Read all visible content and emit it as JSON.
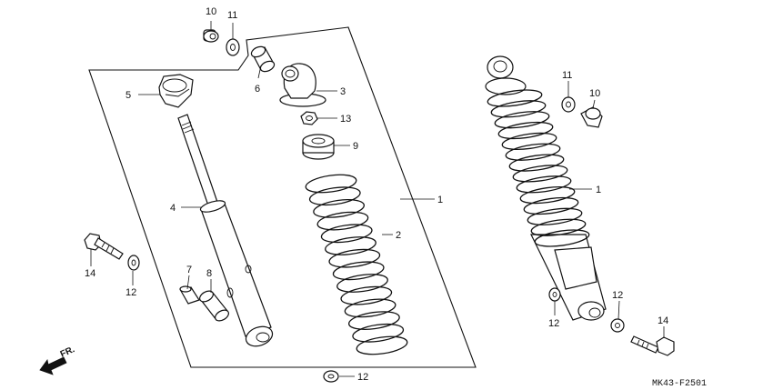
{
  "diagram_code": "MK43-F2501",
  "direction_label": "FR.",
  "callouts": [
    {
      "id": "c10a",
      "text": "10"
    },
    {
      "id": "c11a",
      "text": "11"
    },
    {
      "id": "c6",
      "text": "6"
    },
    {
      "id": "c3",
      "text": "3"
    },
    {
      "id": "c5",
      "text": "5"
    },
    {
      "id": "c13",
      "text": "13"
    },
    {
      "id": "c9",
      "text": "9"
    },
    {
      "id": "c1a",
      "text": "1"
    },
    {
      "id": "c4",
      "text": "4"
    },
    {
      "id": "c2",
      "text": "2"
    },
    {
      "id": "c14a",
      "text": "14"
    },
    {
      "id": "c12a",
      "text": "12"
    },
    {
      "id": "c7",
      "text": "7"
    },
    {
      "id": "c8",
      "text": "8"
    },
    {
      "id": "c12b",
      "text": "12"
    },
    {
      "id": "c11b",
      "text": "11"
    },
    {
      "id": "c10b",
      "text": "10"
    },
    {
      "id": "c1b",
      "text": "1"
    },
    {
      "id": "c12c",
      "text": "12"
    },
    {
      "id": "c12d",
      "text": "12"
    },
    {
      "id": "c14b",
      "text": "14"
    }
  ]
}
